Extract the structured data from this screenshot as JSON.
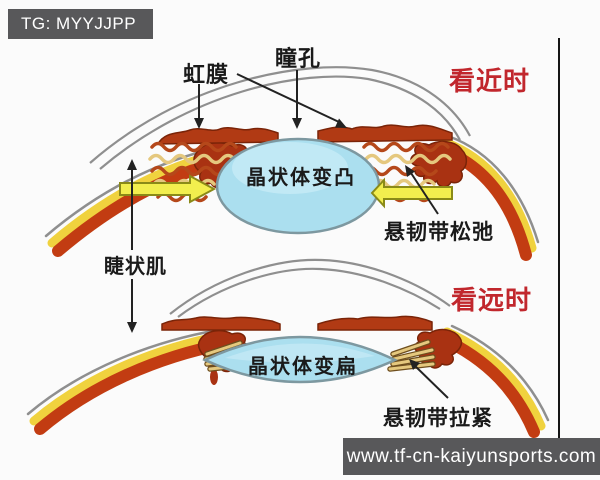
{
  "watermarks": {
    "telegram_badge": "TG: MYYJJPP",
    "website_badge": "www.tf-cn-kaiyunsports.com"
  },
  "diagram": {
    "title_near": "看近时",
    "title_far": "看远时",
    "labels": {
      "iris": "虹膜",
      "pupil": "瞳孔",
      "lens_near": "晶状体变凸",
      "lens_far": "晶状体变扁",
      "ligament_near": "悬韧带松弛",
      "ligament_far": "悬韧带拉紧",
      "ciliary_muscle": "睫状肌"
    },
    "colors": {
      "accent_red": "#c1272d",
      "lens_blue": "#abdfef",
      "lens_highlight": "#d3f0f9",
      "lens_border": "#7d98a0",
      "arrow_yellow": "#f2ee4e",
      "arrow_yellow_border": "#8a8a18",
      "wall_yellow": "#f0d23e",
      "wall_red": "#c23c12",
      "iris_red": "#b13a14",
      "iris_outline": "#7a2408",
      "ciliary_red": "#a93212",
      "zonule_red": "#b5481a",
      "zonule_tan": "#e5c87e",
      "zonule_tan_dark": "#6e4e1e",
      "outline_gray": "#8f8f8f",
      "annotation_black": "#222222",
      "badge_bg": "#58585a",
      "badge_text": "#ffffff"
    }
  }
}
